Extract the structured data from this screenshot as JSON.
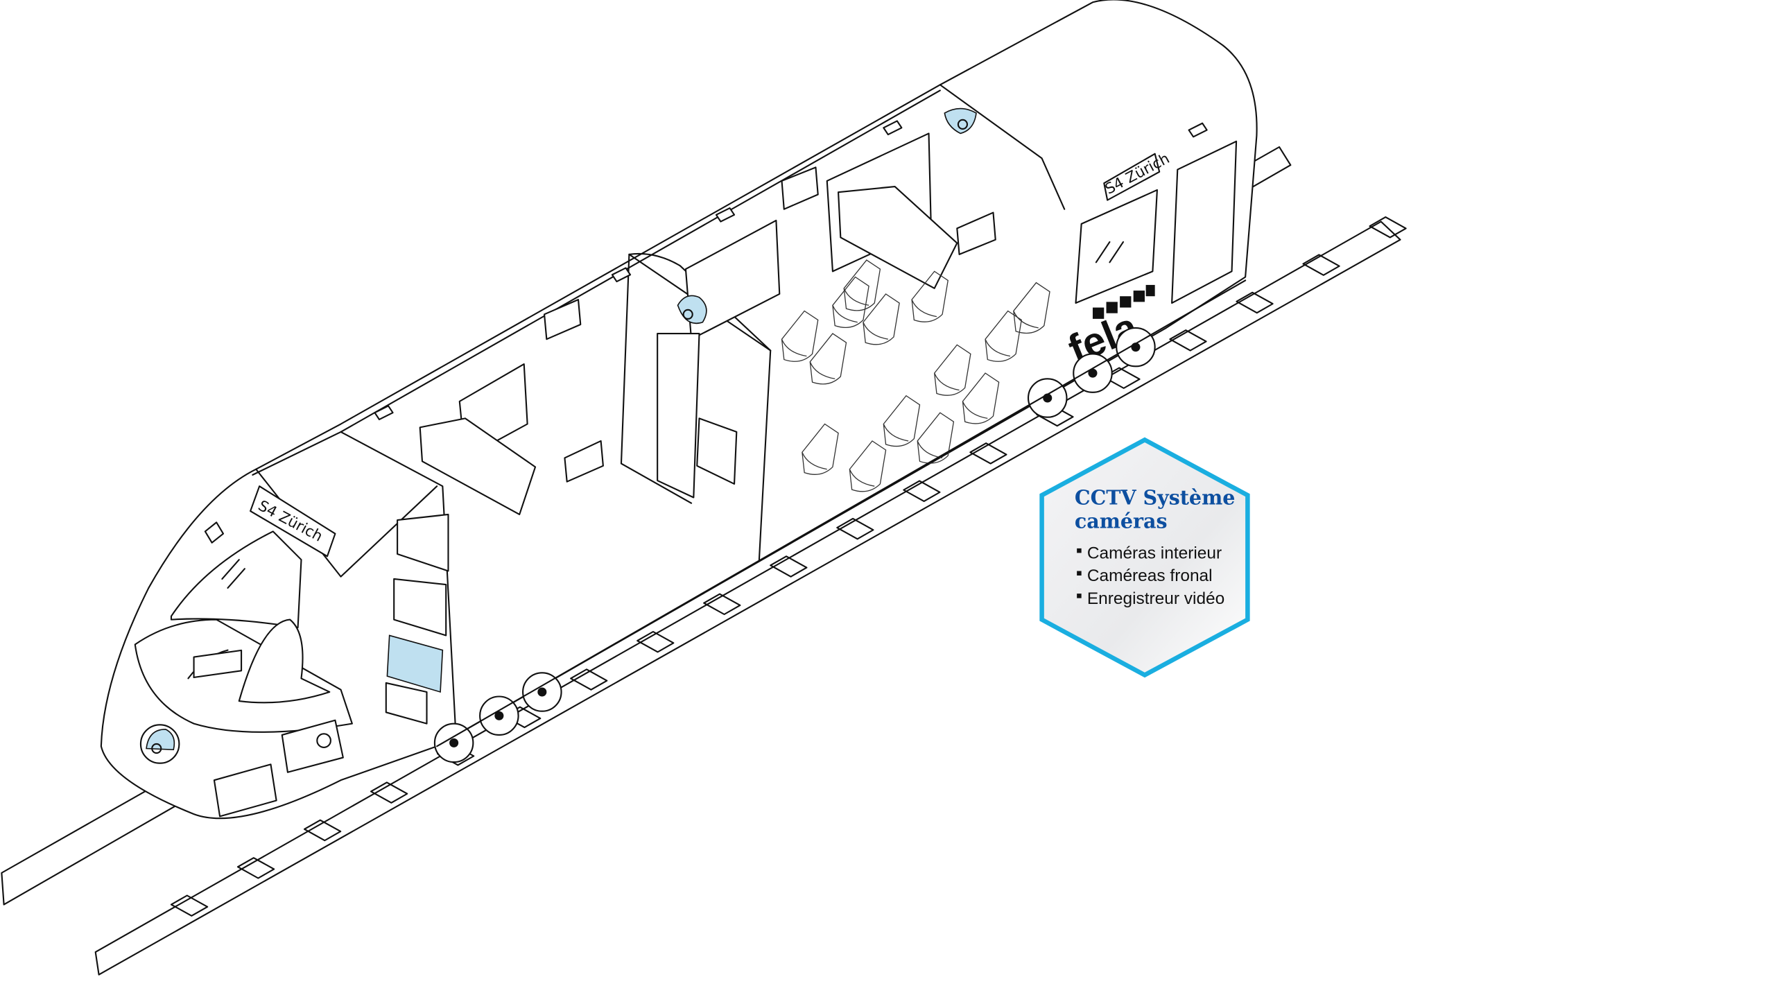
{
  "info_box": {
    "title_line1": "CCTV Système",
    "title_line2": "caméras",
    "items": [
      "Caméras interieur",
      "Caméreas fronal",
      "Enregistreur vidéo"
    ],
    "border_color": "#1aaee0",
    "title_color": "#0d4fa0"
  },
  "train": {
    "front_destination_sign": "S4 Zürich",
    "rear_destination_sign": "S4 Zürich",
    "logo": "fela"
  },
  "colors": {
    "camera_highlight": "#bfe0f0",
    "line": "#111111"
  }
}
